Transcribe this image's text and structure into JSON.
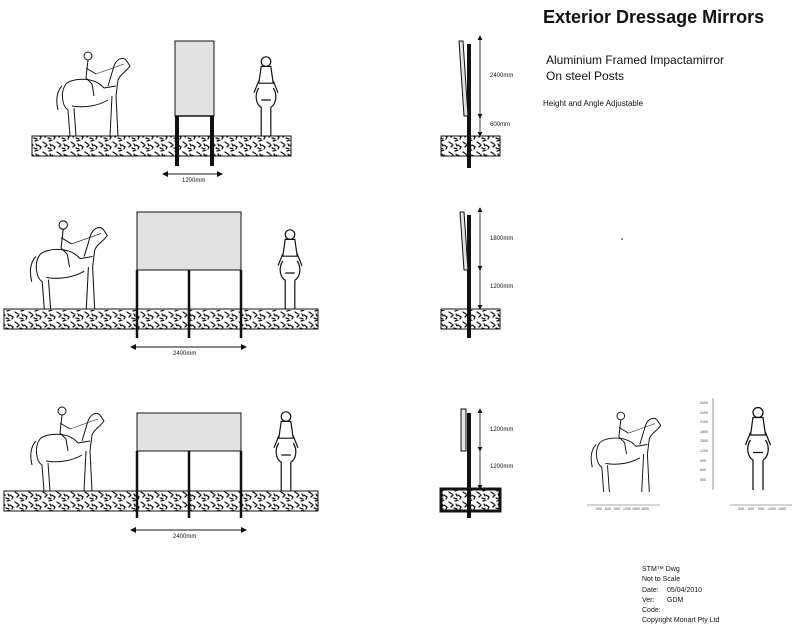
{
  "title": "Exterior Dressage Mirrors",
  "subtitle_line1": "Aluminium Framed Impactamirror",
  "subtitle_line2": "On steel Posts",
  "note": "Height and Angle Adjustable",
  "dimensions": {
    "row1_width": "1200mm",
    "row2_width": "2400mm",
    "row3_width": "2400mm",
    "side1_mirror": "2400mm",
    "side1_post": "600mm",
    "side2_mirror": "1800mm",
    "side2_post": "1200mm",
    "side3_mirror": "1200mm",
    "side3_post": "1200mm"
  },
  "scale_x_ticks": [
    "300",
    "600",
    "900",
    "1200",
    "1500",
    "1800"
  ],
  "scale_y_ticks": [
    "2400",
    "2400",
    "2100",
    "1800",
    "1500",
    "1200",
    "900",
    "600",
    "300"
  ],
  "scale_x2_ticks": [
    "300",
    "600",
    "900",
    "1200",
    "1500"
  ],
  "title_block": {
    "dwg": "STM™ Dwg",
    "scale": "Not to Scale",
    "date_label": "Date:",
    "date_value": "05/04/2010",
    "ver_label": "Ver:",
    "ver_value": "GDM",
    "code_label": "Code:",
    "copyright": "Copyright Monart Pty Ltd"
  },
  "colors": {
    "line": "#111111",
    "mirror": "#e2e2e2",
    "ground": "#ffffff"
  }
}
